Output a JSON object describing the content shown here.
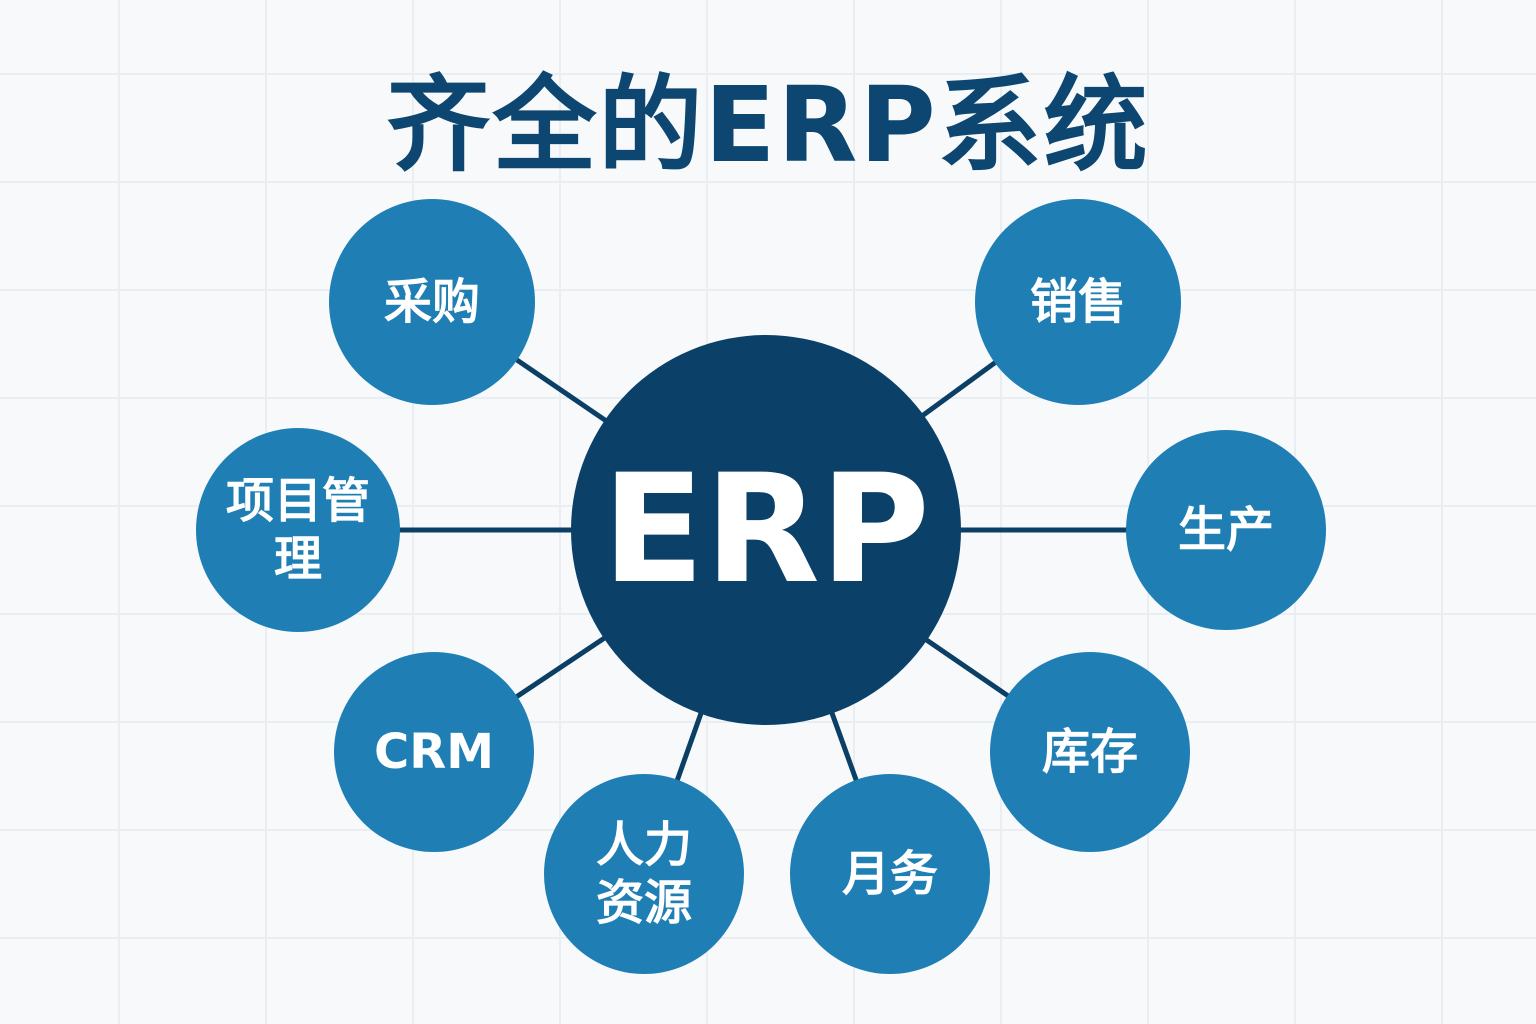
{
  "title": "齐全的ERP系统",
  "hub": {
    "label": "ERP"
  },
  "modules": [
    {
      "id": "purchasing",
      "label": "采购"
    },
    {
      "id": "sales",
      "label": "销售"
    },
    {
      "id": "project-management",
      "label": "项目管理"
    },
    {
      "id": "production",
      "label": "生产"
    },
    {
      "id": "crm",
      "label": "CRM"
    },
    {
      "id": "inventory",
      "label": "库存"
    },
    {
      "id": "human-resources",
      "label": "人力资源"
    },
    {
      "id": "finance",
      "label": "月务"
    }
  ],
  "colors": {
    "title": "#0d4670",
    "hub": "#0b4168",
    "module": "#1f7fb5",
    "link": "#0b3f66"
  }
}
